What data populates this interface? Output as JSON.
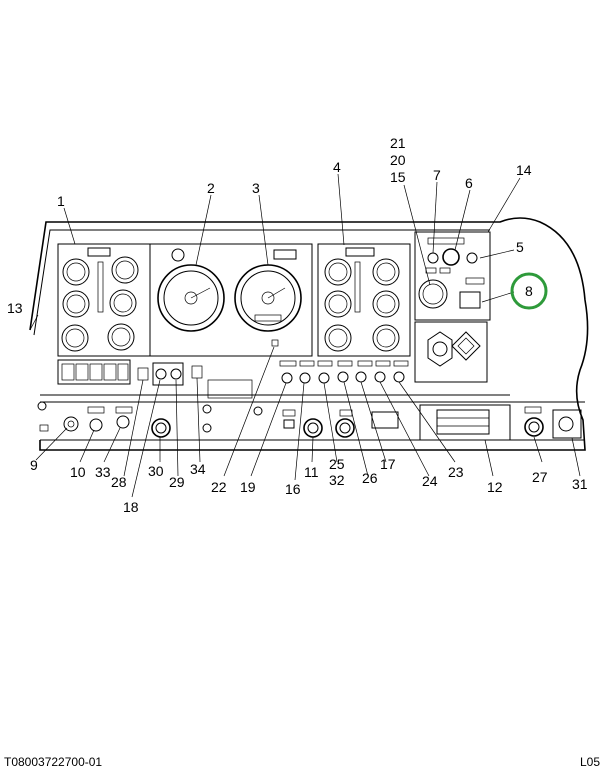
{
  "diagram": {
    "callouts": {
      "c1": "1",
      "c2": "2",
      "c3": "3",
      "c4": "4",
      "c5": "5",
      "c6": "6",
      "c7": "7",
      "c8": "8",
      "c9": "9",
      "c10": "10",
      "c11": "11",
      "c12": "12",
      "c13": "13",
      "c14": "14",
      "c15": "15",
      "c16": "16",
      "c17": "17",
      "c18": "18",
      "c19": "19",
      "c20": "20",
      "c21": "21",
      "c22": "22",
      "c23": "23",
      "c24": "24",
      "c25": "25",
      "c26": "26",
      "c27": "27",
      "c28": "28",
      "c29": "29",
      "c30": "30",
      "c31": "31",
      "c32": "32",
      "c33": "33",
      "c34": "34"
    },
    "highlight_color": "#2e9a3a"
  },
  "footer": {
    "doc_number": "T08003722700-01",
    "page_code": "L05"
  }
}
